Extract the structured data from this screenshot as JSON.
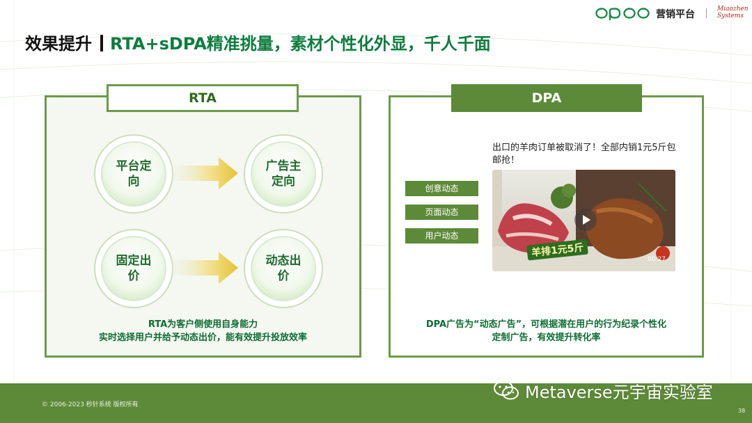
{
  "header": {
    "brand_name": "OPPO",
    "brand_suffix": "营销平台",
    "partner_logo": "Miaozhen Systems"
  },
  "title": {
    "main": "效果提升",
    "subtitle": "RTA+sDPA精准挑量，素材个性化外显，千人千面"
  },
  "rta": {
    "tab": "RTA",
    "circles": [
      "平台定向",
      "广告主定向",
      "固定出价",
      "动态出价"
    ],
    "caption_line1": "RTA为客户侧使用自身能力",
    "caption_line2": "实时选择用户并给予动态出价，能有效提升投放效率"
  },
  "dpa": {
    "tab": "DPA",
    "tags": [
      "创意动态",
      "页面动态",
      "用户动态"
    ],
    "ad_text": "出口的羊肉订单被取消了！全部内销1元5斤包邮抢！",
    "video_duration": "00:27",
    "promo_overlay": "羊排1元5斤",
    "caption_line1": "DPA广告为“动态广告”，可根据潜在用户的行为纪录个性化",
    "caption_line2": "定制广告，有效提升转化率"
  },
  "footer": {
    "copyright": "© 2006-2023 秒针系统 版权所有",
    "watermark": "Metaverse元宇宙实验室",
    "page_number": "38"
  },
  "colors": {
    "accent_green": "#5d8a38",
    "text_green": "#0d7d3d",
    "border_green": "#6a9a48"
  },
  "icons": {
    "play": "play-icon",
    "arrow": "arrow-right-icon",
    "wechat": "wechat-icon"
  }
}
